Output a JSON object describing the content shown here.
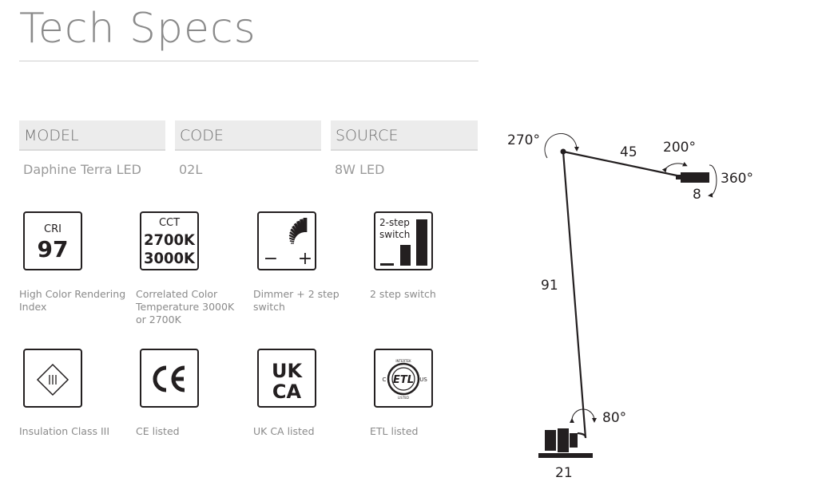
{
  "title": "Tech Specs",
  "specs": [
    {
      "header": "MODEL",
      "value": "Daphine Terra LED"
    },
    {
      "header": "CODE",
      "value": "02L"
    },
    {
      "header": "SOURCE",
      "value": "8W LED"
    }
  ],
  "icons": {
    "cri": {
      "label": "CRI",
      "value": "97",
      "caption": "High Color Rendering Index"
    },
    "cct": {
      "label": "CCT",
      "line1": "2700K",
      "line2": "3000K",
      "caption": "Correlated Color Temperature 3000K or 2700K"
    },
    "dimmer": {
      "minus": "−",
      "plus": "+",
      "caption": "Dimmer + 2 step switch"
    },
    "switch": {
      "line1": "2-step",
      "line2": "switch",
      "caption": "2 step switch"
    },
    "insulation": {
      "caption": "Insulation Class III"
    },
    "ce": {
      "caption": "CE listed"
    },
    "ukca": {
      "line1": "UK",
      "line2": "CA",
      "caption": "UK CA listed"
    },
    "etl": {
      "mark": "ETL",
      "top": "INTERTEK",
      "bottom": "LISTED",
      "left": "C",
      "right": "US",
      "caption": "ETL listed"
    }
  },
  "diagram": {
    "angle_joint": "270°",
    "angle_head": "200°",
    "angle_rotate": "360°",
    "angle_base": "80°",
    "arm_length": "45",
    "head_size": "8",
    "stem_length": "91",
    "base_width": "21"
  },
  "colors": {
    "ink": "#231f20",
    "header_bg": "#ececec",
    "caption": "#8a8a8a"
  }
}
